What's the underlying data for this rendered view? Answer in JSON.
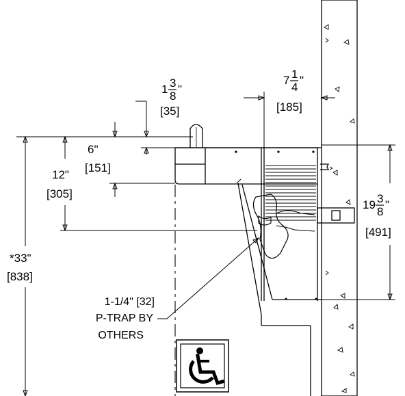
{
  "dimensions": {
    "spout_height": {
      "whole": "1",
      "num": "3",
      "den": "8",
      "unit": "\"",
      "metric": "[35]"
    },
    "wall_offset": {
      "whole": "7",
      "num": "1",
      "den": "4",
      "unit": "\"",
      "metric": "[185]"
    },
    "basin_depth": {
      "label": "6\"",
      "metric": "[151]"
    },
    "knee_clearance": {
      "label": "12\"",
      "metric": "[305]"
    },
    "rim_height": {
      "label": "*33\"",
      "metric": "[838]"
    },
    "unit_height": {
      "whole": "19",
      "num": "3",
      "den": "8",
      "unit": "\"",
      "metric": "[491]"
    }
  },
  "ptrap_note": [
    "1-1/4\" [32]",
    "P-TRAP BY",
    "OTHERS"
  ],
  "icons": {
    "accessibility": "wheelchair-accessible-icon"
  }
}
